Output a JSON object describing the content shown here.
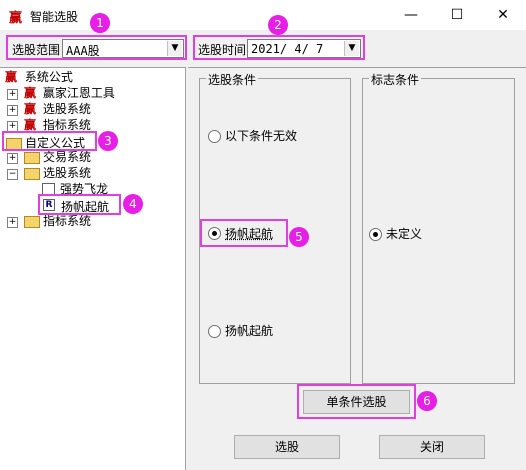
{
  "window": {
    "icon_glyph": "赢",
    "title": "智能选股",
    "minimize_glyph": "—",
    "maximize_glyph": "☐",
    "close_glyph": "✕"
  },
  "toolbar": {
    "range_label": "选股范围",
    "range_value": "AAA股",
    "time_label": "选股时间",
    "time_value": "2021/ 4/ 7"
  },
  "badges": [
    "1",
    "2",
    "3",
    "4",
    "5",
    "6"
  ],
  "tree": {
    "root": "系统公式",
    "items": [
      {
        "label": "赢家江恩工具",
        "glyph": "赢"
      },
      {
        "label": "选股系统",
        "glyph": "赢"
      },
      {
        "label": "指标系统",
        "glyph": "赢"
      }
    ],
    "custom_root": "自定义公式",
    "custom_items": [
      {
        "label": "交易系统"
      },
      {
        "label": "选股系统"
      }
    ],
    "leaf_items": [
      {
        "label": "强势飞龙"
      },
      {
        "label": "扬帆起航",
        "icon_letter": "R"
      }
    ],
    "last_item": "指标系统",
    "root_glyph": "赢"
  },
  "conditions": {
    "title": "选股条件",
    "options": [
      {
        "label": "以下条件无效",
        "selected": false
      },
      {
        "label": "扬帆起航",
        "selected": true
      },
      {
        "label": "扬帆起航",
        "selected": false
      }
    ]
  },
  "flags": {
    "title": "标志条件",
    "options": [
      {
        "label": "未定义",
        "selected": true
      }
    ]
  },
  "buttons": {
    "single": "单条件选股",
    "select": "选股",
    "close": "关闭"
  },
  "colors": {
    "highlight": "#e040e0",
    "badge": "#e61ee6",
    "brand": "#c00000"
  }
}
